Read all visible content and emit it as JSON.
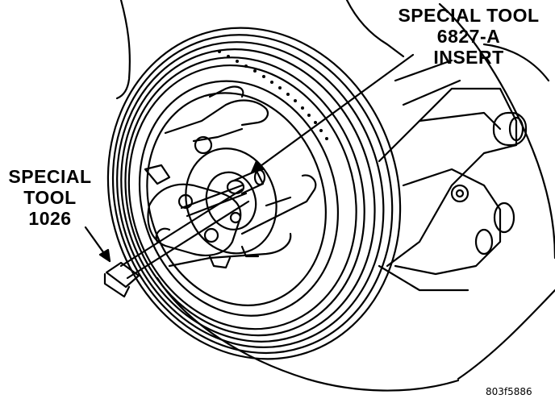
{
  "labels": {
    "tool_6827": {
      "line1": "SPECIAL TOOL",
      "line2": "6827-A",
      "line3": "INSERT"
    },
    "tool_1026": {
      "line1": "SPECIAL",
      "line2": "TOOL",
      "line3": "1026"
    },
    "figure_code": "803f5886"
  }
}
